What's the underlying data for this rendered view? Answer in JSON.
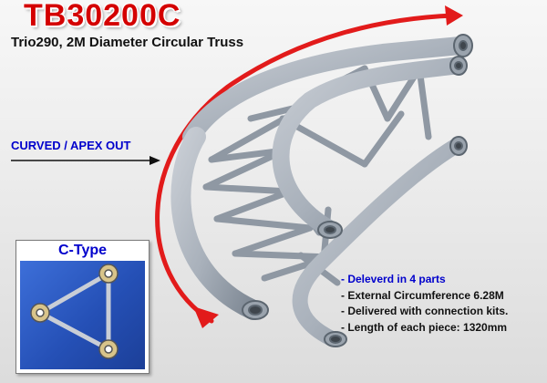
{
  "header": {
    "product_code": "TB30200C",
    "subtitle": "Trio290, 2M Diameter Circular Truss"
  },
  "mounting": {
    "label": "CURVED / APEX OUT"
  },
  "cross_section": {
    "title": "C-Type"
  },
  "specs": {
    "heading": "- Deleverd in 4 parts",
    "items": [
      "- External Circumference 6.28M",
      "- Delivered with connection kits.",
      "- Length of each piece: 1320mm"
    ]
  },
  "colors": {
    "product_code": "#d40000",
    "accent_blue": "#0000cc",
    "curve_arrow": "#e21b1b",
    "truss_steel": "#a9b1bb",
    "ctype_panel": "#2a56c0"
  },
  "icons": {
    "mount_arrow": "arrow-right-icon",
    "curve_arrow": "curved-arrow-icon",
    "product": "circular-truss-segment",
    "cross_section": "triangle-truss-profile-icon"
  }
}
